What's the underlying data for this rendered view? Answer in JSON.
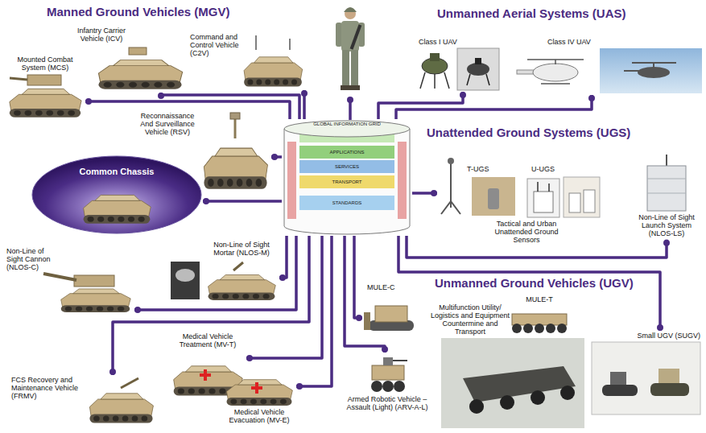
{
  "diagram": {
    "nodes": [
      {
        "text": [
          "GLOBAL INFORMATION GRID",
          "APPLICATIONS",
          "SERVICES",
          "TRANSPORT",
          "STANDARDS"
        ]
      },
      {
        "text": [
          "Mounted Combat System (MCS)"
        ]
      },
      {
        "text": [
          "Infantry Carrier Vehicle (ICV)"
        ]
      },
      {
        "text": [
          "Command and Control Vehicle (C2V)"
        ]
      },
      {
        "text": [
          "Class I UAV"
        ]
      },
      {
        "text": [
          "Class IV UAV"
        ]
      },
      {
        "text": [
          "Reconnaissance And Surveillance Vehicle (RSV)"
        ]
      },
      {
        "text": [
          "Common Chassis"
        ]
      },
      {
        "text": [
          "T-UGS"
        ]
      },
      {
        "text": [
          "U-UGS"
        ]
      },
      {
        "text": [
          "Non-Line of Sight Launch System (NLOS-LS)"
        ]
      },
      {
        "text": [
          "Non-Line of Sight Mortar (NLOS-M)"
        ]
      },
      {
        "text": [
          "Non-Line of Sight Cannon (NLOS-C)"
        ]
      },
      {
        "text": [
          "MULE-C"
        ]
      },
      {
        "text": [
          "Multifunction Utility/ Logistics and Equipment Countermine and Transport"
        ]
      },
      {
        "text": [
          "MULE-T"
        ]
      },
      {
        "text": [
          "Small UGV (SUGV)"
        ]
      },
      {
        "text": [
          "Armed Robotic Vehicle – Assault (Light) (ARV-A-L)"
        ]
      },
      {
        "text": [
          "FCS Recovery and Maintenance Vehicle (FRMV)"
        ]
      },
      {
        "text": [
          "Medical Vehicle Treatment (MV-T)"
        ]
      },
      {
        "text": [
          "Medical Vehicle Evacuation (MV-E)"
        ]
      }
    ],
    "edges": [
      {
        "from": 0,
        "to": 1,
        "arrow": "none"
      },
      {
        "from": 0,
        "to": 2,
        "arrow": "none"
      },
      {
        "from": 0,
        "to": 3,
        "arrow": "none"
      },
      {
        "from": 0,
        "to": 4,
        "arrow": "none"
      },
      {
        "from": 0,
        "to": 5,
        "arrow": "none"
      },
      {
        "from": 0,
        "to": 6,
        "arrow": "none"
      },
      {
        "from": 0,
        "to": 7,
        "arrow": "none"
      },
      {
        "from": 0,
        "to": 8,
        "arrow": "none"
      },
      {
        "from": 0,
        "to": 10,
        "arrow": "none"
      },
      {
        "from": 0,
        "to": 11,
        "arrow": "none"
      },
      {
        "from": 0,
        "to": 12,
        "arrow": "none"
      },
      {
        "from": 0,
        "to": 13,
        "arrow": "none"
      },
      {
        "from": 0,
        "to": 16,
        "arrow": "none"
      },
      {
        "from": 0,
        "to": 17,
        "arrow": "none"
      },
      {
        "from": 0,
        "to": 18,
        "arrow": "none"
      },
      {
        "from": 0,
        "to": 19,
        "arrow": "none"
      },
      {
        "from": 0,
        "to": 20,
        "arrow": "none"
      }
    ],
    "labels": [
      "Manned Ground Vehicles (MGV)",
      "Unmanned Aerial Systems (UAS)",
      "Unattended Ground Systems (UGS)",
      "Unmanned Ground Vehicles (UGV)",
      "Tactical and Urban Unattended Ground Sensors"
    ]
  }
}
